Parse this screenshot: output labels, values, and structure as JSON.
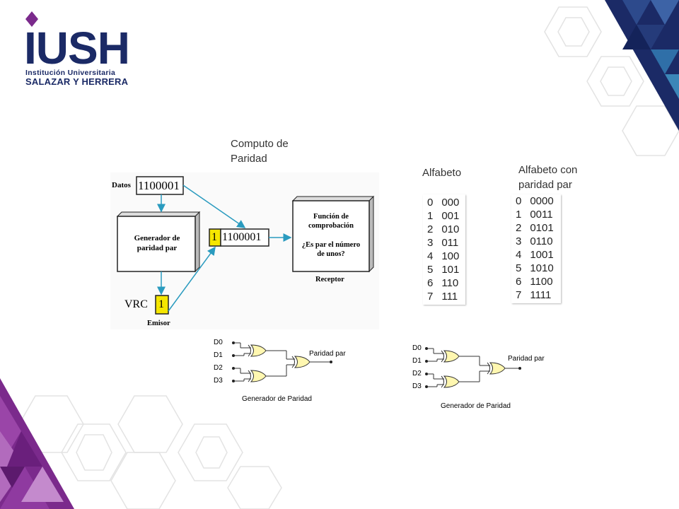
{
  "logo": {
    "wordmark": "IUSH",
    "line1": "Institución Universitaria",
    "line2": "SALAZAR Y HERRERA"
  },
  "captions": {
    "computo": "Computo de\nParidad",
    "alfabeto": "Alfabeto",
    "alfabeto_par": "Alfabeto con\nparidad par"
  },
  "diagram": {
    "datos_label": "Datos",
    "datos_value": "1100001",
    "generator_label": "Generador de\nparidad par",
    "parity_bit": "1",
    "transmitted_value": "1100001",
    "check_title": "Función de\ncomprobación",
    "check_question": "¿Es par el número\nde unos?",
    "receptor_label": "Receptor",
    "vrc_label": "VRC",
    "vrc_value": "1",
    "emisor_label": "Emisor"
  },
  "alfabeto": [
    {
      "n": "0",
      "code": "000"
    },
    {
      "n": "1",
      "code": "001"
    },
    {
      "n": "2",
      "code": "010"
    },
    {
      "n": "3",
      "code": "011"
    },
    {
      "n": "4",
      "code": "100"
    },
    {
      "n": "5",
      "code": "101"
    },
    {
      "n": "6",
      "code": "110"
    },
    {
      "n": "7",
      "code": "111"
    }
  ],
  "alfabeto_par": [
    {
      "n": "0",
      "code": "0000"
    },
    {
      "n": "1",
      "code": "0011"
    },
    {
      "n": "2",
      "code": "0101"
    },
    {
      "n": "3",
      "code": "0110"
    },
    {
      "n": "4",
      "code": "1001"
    },
    {
      "n": "5",
      "code": "1010"
    },
    {
      "n": "6",
      "code": "1100"
    },
    {
      "n": "7",
      "code": "1111"
    }
  ],
  "gate_circuits": [
    {
      "inputs": [
        "D0",
        "D1",
        "D2",
        "D3"
      ],
      "output_label": "Paridad par",
      "title": "Generador de Paridad"
    },
    {
      "inputs": [
        "D0",
        "D1",
        "D2",
        "D3"
      ],
      "output_label": "Paridad par",
      "title": "Generador de Paridad"
    }
  ],
  "colors": {
    "navy": "#1b2a66",
    "purple": "#7b2a8c",
    "arrow": "#2a9bbf",
    "highlight": "#f5e600"
  }
}
